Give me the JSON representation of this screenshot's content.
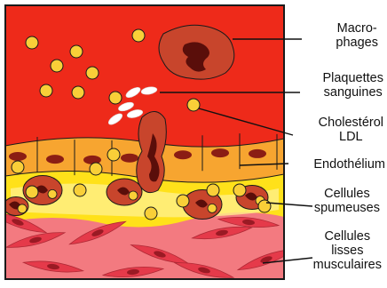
{
  "labels": {
    "macrophages": [
      "Macro-",
      "phages"
    ],
    "plaquettes": [
      "Plaquettes",
      "sanguines"
    ],
    "cholesterol": [
      "Cholestérol",
      "LDL"
    ],
    "endothelium": [
      "Endothélium"
    ],
    "spumeuses": [
      "Cellules",
      "spumeuses"
    ],
    "musculaires": [
      "Cellules",
      "lisses",
      "musculaires"
    ]
  },
  "colors": {
    "blood": "#ee2a1a",
    "border": "#1a1a1a",
    "endothelial_cell": "#f7a530",
    "endothelial_nucleus": "#8b1d14",
    "intima": "#ffe11a",
    "ldl_particle": "#f9cf38",
    "macrophage": "#c8452c",
    "muscle_layer": "#f37a80",
    "muscle_cell": "#e53a4a",
    "platelet": "#ffffff"
  }
}
